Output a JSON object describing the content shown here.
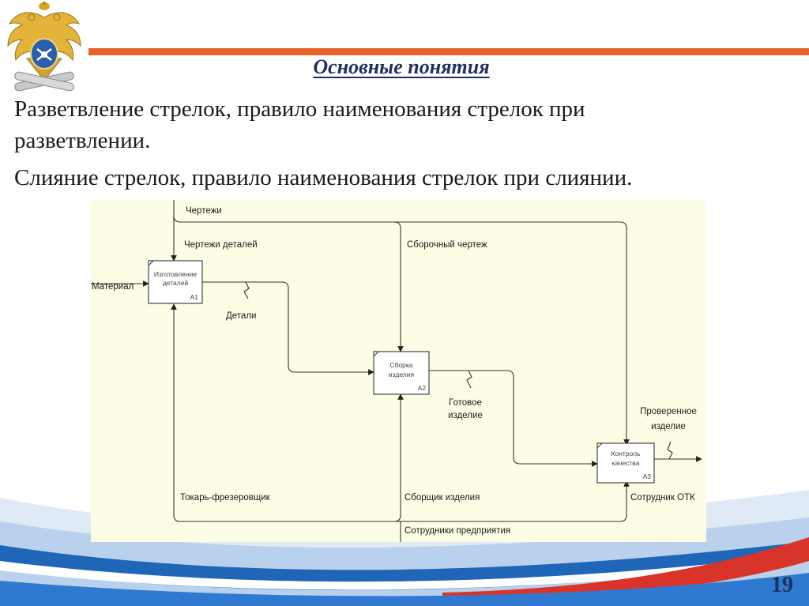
{
  "slide": {
    "title": "Основные понятия",
    "paragraph1": "Разветвление стрелок, правило наименования стрелок при разветвлении.",
    "paragraph2": "Слияние стрелок, правило наименования стрелок при слиянии.",
    "page_number": "19"
  },
  "diagram": {
    "boxes": [
      {
        "label_line1": "Изготовление",
        "label_line2": "деталей",
        "code": "А1"
      },
      {
        "label_line1": "Сборка",
        "label_line2": "изделия",
        "code": "А2"
      },
      {
        "label_line1": "Контроль",
        "label_line2": "качества",
        "code": "А3"
      }
    ],
    "arrows": {
      "drawings": "Чертежи",
      "part_drawings": "Чертежи деталей",
      "assembly_drawing": "Сборочный чертеж",
      "material": "Материал",
      "parts": "Детали",
      "finished_line1": "Готовое",
      "finished_line2": "изделие",
      "checked_line1": "Проверенное",
      "checked_line2": "изделие",
      "turner": "Токарь-фрезеровщик",
      "assembler": "Сборщик изделия",
      "otk": "Сотрудник ОТК",
      "staff": "Сотрудники предприятия"
    }
  },
  "colors": {
    "accent_orange": "#e9622a",
    "title_navy": "#1f2f5f",
    "diagram_bg": "#fdfde6",
    "wave_blue": "#1f66b8",
    "wave_red": "#d9342a"
  }
}
